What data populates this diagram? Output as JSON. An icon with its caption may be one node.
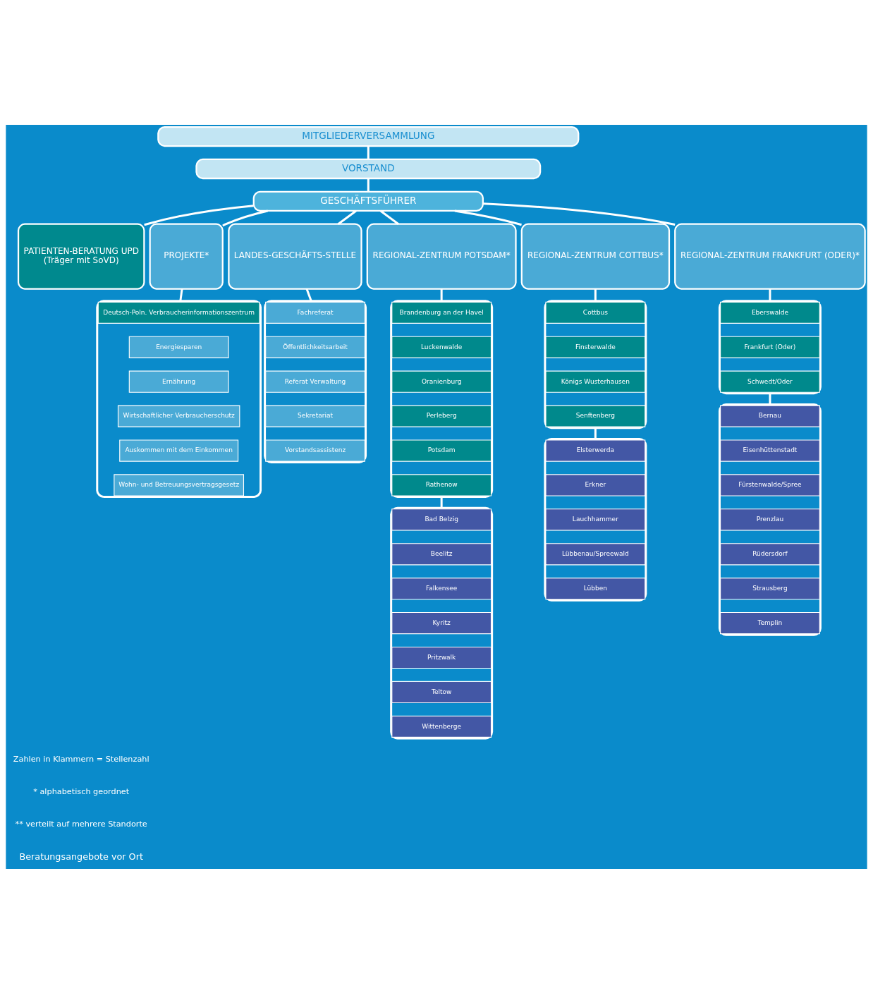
{
  "diagram": {
    "nodes": [
      {
        "text": [
          "MITGLIEDERVERSAMMLUNG"
        ]
      },
      {
        "text": [
          "VORSTAND"
        ]
      },
      {
        "text": [
          "GESCHÄFTSFÜHRER"
        ]
      },
      {
        "text": [
          "PATIENTEN-BERATUNG UPD",
          "(Träger mit SoVD)"
        ]
      },
      {
        "text": [
          "PROJEKTE*"
        ]
      },
      {
        "text": [
          "LANDES-GESCHÄFTS-STELLE"
        ]
      },
      {
        "text": [
          "REGIONAL-ZENTRUM POTSDAM*"
        ]
      },
      {
        "text": [
          "REGIONAL-ZENTRUM COTTBUS*"
        ]
      },
      {
        "text": [
          "REGIONAL-ZENTRUM FRANKFURT (ODER)*"
        ]
      },
      {
        "text": [],
        "shape": "box"
      },
      {
        "text": [
          "Deutsch-Poln. Verbraucherinformationszentrum"
        ],
        "in": 9
      },
      {
        "text": [
          "Energiesparen"
        ],
        "in": 9
      },
      {
        "text": [
          "Ernährung"
        ],
        "in": 9
      },
      {
        "text": [
          "Wirtschaftlicher Verbraucherschutz"
        ],
        "in": 9
      },
      {
        "text": [
          "Auskommen mit dem Einkommen"
        ],
        "in": 9
      },
      {
        "text": [
          "Wohn- und Betreuungsvertragsgesetz"
        ],
        "in": 9
      },
      {
        "text": [],
        "shape": "box"
      },
      {
        "text": [
          "Fachreferat"
        ],
        "in": 16
      },
      {
        "text": [
          "Öffentlichkeitsarbeit"
        ],
        "in": 16
      },
      {
        "text": [
          "Referat Verwaltung"
        ],
        "in": 16
      },
      {
        "text": [
          "Sekretariat"
        ],
        "in": 16
      },
      {
        "text": [
          "Vorstandsassistenz"
        ],
        "in": 16
      },
      {
        "text": [],
        "shape": "box"
      },
      {
        "text": [
          "Brandenburg an der Havel"
        ],
        "in": 22
      },
      {
        "text": [
          "Luckenwalde"
        ],
        "in": 22
      },
      {
        "text": [
          "Oranienburg"
        ],
        "in": 22
      },
      {
        "text": [
          "Perleberg"
        ],
        "in": 22
      },
      {
        "text": [
          "Potsdam"
        ],
        "in": 22
      },
      {
        "text": [
          "Rathenow"
        ],
        "in": 22
      },
      {
        "text": [],
        "shape": "box"
      },
      {
        "text": [
          "Bad Belzig"
        ],
        "in": 29
      },
      {
        "text": [
          "Beelitz"
        ],
        "in": 29
      },
      {
        "text": [
          "Falkensee"
        ],
        "in": 29
      },
      {
        "text": [
          "Kyritz"
        ],
        "in": 29
      },
      {
        "text": [
          "Pritzwalk"
        ],
        "in": 29
      },
      {
        "text": [
          "Teltow"
        ],
        "in": 29
      },
      {
        "text": [
          "Wittenberge"
        ],
        "in": 29
      },
      {
        "text": [],
        "shape": "box"
      },
      {
        "text": [
          "Cottbus"
        ],
        "in": 37
      },
      {
        "text": [
          "Finsterwalde"
        ],
        "in": 37
      },
      {
        "text": [
          "Königs Wusterhausen"
        ],
        "in": 37
      },
      {
        "text": [
          "Senftenberg"
        ],
        "in": 37
      },
      {
        "text": [],
        "shape": "box"
      },
      {
        "text": [
          "Elsterwerda"
        ],
        "in": 42
      },
      {
        "text": [
          "Erkner"
        ],
        "in": 42
      },
      {
        "text": [
          "Lauchhammer"
        ],
        "in": 42
      },
      {
        "text": [
          "Lübbenau/Spreewald"
        ],
        "in": 42
      },
      {
        "text": [
          "Lübben"
        ],
        "in": 42
      },
      {
        "text": [],
        "shape": "box"
      },
      {
        "text": [
          "Eberswalde"
        ],
        "in": 48
      },
      {
        "text": [
          "Frankfurt (Oder)"
        ],
        "in": 48
      },
      {
        "text": [
          "Schwedt/Oder"
        ],
        "in": 48
      },
      {
        "text": [],
        "shape": "box"
      },
      {
        "text": [
          "Bernau"
        ],
        "in": 52
      },
      {
        "text": [
          "Eisenhüttenstadt"
        ],
        "in": 52
      },
      {
        "text": [
          "Fürstenwalde/Spree"
        ],
        "in": 52
      },
      {
        "text": [
          "Prenzlau"
        ],
        "in": 52
      },
      {
        "text": [
          "Rüdersdorf"
        ],
        "in": 52
      },
      {
        "text": [
          "Strausberg"
        ],
        "in": 52
      },
      {
        "text": [
          "Templin"
        ],
        "in": 52
      }
    ],
    "edges": [
      {
        "from": 0,
        "to": 1,
        "arrow": "none"
      },
      {
        "from": 1,
        "to": 2,
        "arrow": "none"
      },
      {
        "from": 2,
        "to": 3,
        "arrow": "none"
      },
      {
        "from": 2,
        "to": 4,
        "arrow": "none"
      },
      {
        "from": 2,
        "to": 5,
        "arrow": "none"
      },
      {
        "from": 2,
        "to": 6,
        "arrow": "none"
      },
      {
        "from": 2,
        "to": 7,
        "arrow": "none"
      },
      {
        "from": 2,
        "to": 8,
        "arrow": "none"
      },
      {
        "from": 4,
        "to": 9,
        "arrow": "none"
      },
      {
        "from": 5,
        "to": 16,
        "arrow": "none"
      },
      {
        "from": 6,
        "to": 22,
        "arrow": "none"
      },
      {
        "from": 22,
        "to": 29,
        "arrow": "none"
      },
      {
        "from": 7,
        "to": 37,
        "arrow": "none"
      },
      {
        "from": 37,
        "to": 42,
        "arrow": "none"
      },
      {
        "from": 8,
        "to": 48,
        "arrow": "none"
      },
      {
        "from": 48,
        "to": 52,
        "arrow": "none"
      }
    ],
    "labels": [
      "Zahlen in Klammern = Stellenzahl",
      "* alphabetisch geordnet",
      "** verteilt auf mehrere Standorte",
      "Beratungsangebote vor Ort"
    ]
  }
}
